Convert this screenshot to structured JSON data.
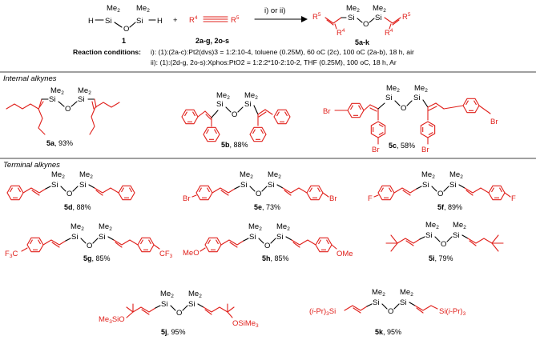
{
  "reaction": {
    "reagent1_label": "1",
    "reagent2_label": "2a-g, 2o-s",
    "product_label": "5a-k",
    "arrow_label": "i) or ii)",
    "plus": "+",
    "r4": "R",
    "r4_sup": "4",
    "r5": "R",
    "r5_sup": "5",
    "si_me2": "Me",
    "si_me2_sub": "2",
    "si": "Si",
    "o": "O",
    "h": "H"
  },
  "conditions": {
    "heading": "Reaction conditions:",
    "line_i": "i): (1):(2a-c):Pt2(dvs)3 = 1:2:10-4, toluene (0.25M), 60 oC (2c), 100 oC (2a-b), 18 h, air",
    "line_ii": "ii): (1):(2d-g, 2o-s):Xphos:PtO2 = 1:2:2*10-2:10-2, THF (0.25M), 100 oC, 18 h, Ar"
  },
  "sections": {
    "internal": "Internal alkynes",
    "terminal": "Terminal alkynes"
  },
  "products": [
    {
      "id": "5a",
      "yield": "93%"
    },
    {
      "id": "5b",
      "yield": "88%"
    },
    {
      "id": "5c",
      "yield": "58%"
    },
    {
      "id": "5d",
      "yield": "88%"
    },
    {
      "id": "5e",
      "yield": "73%"
    },
    {
      "id": "5f",
      "yield": "89%"
    },
    {
      "id": "5g",
      "yield": "85%"
    },
    {
      "id": "5h",
      "yield": "85%"
    },
    {
      "id": "5i",
      "yield": "79%"
    },
    {
      "id": "5j",
      "yield": "95%"
    },
    {
      "id": "5k",
      "yield": "95%"
    }
  ],
  "substituents": {
    "br": "Br",
    "f": "F",
    "cf3": "CF3",
    "f3c": "F3C",
    "meo": "MeO",
    "ome": "OMe",
    "me3sio": "Me3SiO",
    "osime3": "OSiMe3",
    "tips_left": "(i-Pr)3Si",
    "tips_right": "Si(i-Pr)3"
  },
  "colors": {
    "accent": "#e0201b",
    "ink": "#000000"
  }
}
